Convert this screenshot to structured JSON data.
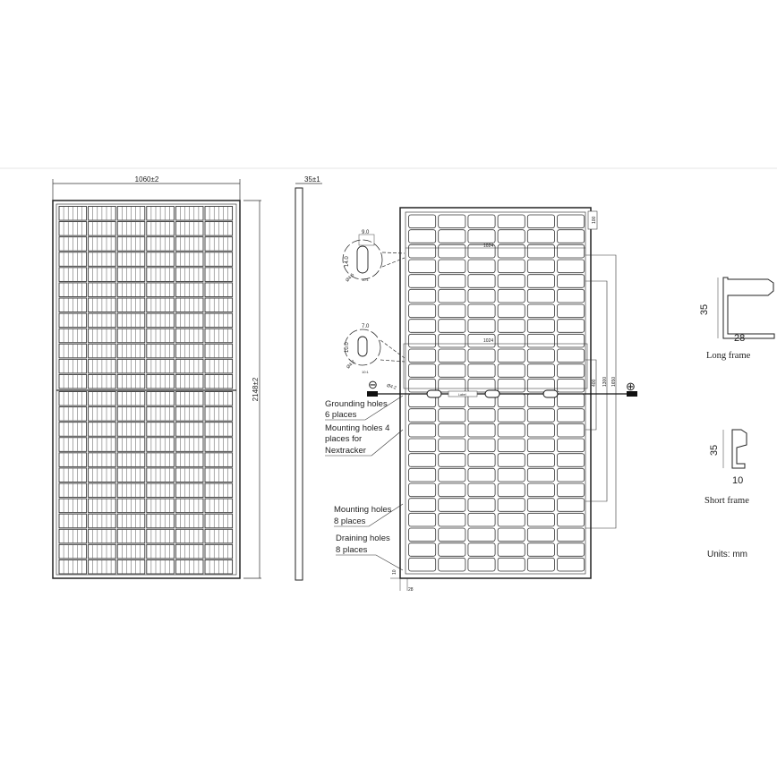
{
  "front_view": {
    "width_label": "1060±2",
    "height_label": "2148±2"
  },
  "side_view": {
    "thickness_label": "35±1"
  },
  "rear_view": {
    "top_offset_label": "100",
    "span_label_upper": "1024",
    "span_label_lower": "1024",
    "hole_detail_1": {
      "width": "9.0",
      "height": "14.0",
      "diameter": "Ø4.5",
      "scale": "10:1"
    },
    "hole_detail_2": {
      "width": "7.0",
      "height": "10.0",
      "diameter": "Ø4.2",
      "scale": "10:1"
    },
    "ground_hole_diameter": "Ø4.2",
    "vertical_dims": [
      "400",
      "1300",
      "1650"
    ],
    "bottom_dim_vertical": "10",
    "bottom_dim_horizontal": "28",
    "junction_label": "Label",
    "negative_symbol": "⊖",
    "positive_symbol": "⊕",
    "callouts": [
      {
        "lines": [
          "Grounding holes",
          "6 places"
        ]
      },
      {
        "lines": [
          "Mounting holes 4",
          "places for",
          "Nextracker"
        ]
      },
      {
        "lines": [
          "Mounting holes",
          "8 places"
        ]
      },
      {
        "lines": [
          "Draining holes",
          "8 places"
        ]
      }
    ]
  },
  "profiles": {
    "long_frame": {
      "height": "35",
      "width": "28",
      "caption": "Long frame"
    },
    "short_frame": {
      "height": "35",
      "width": "10",
      "caption": "Short frame"
    },
    "units": "Units: mm"
  }
}
